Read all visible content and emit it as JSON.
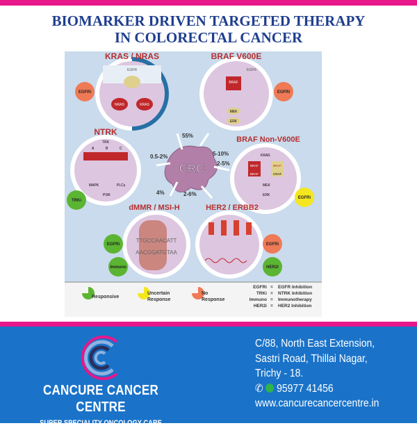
{
  "title": {
    "line1": "BIOMARKER DRIVEN TARGETED THERAPY",
    "line2": "IN COLORECTAL CANCER"
  },
  "diagram": {
    "center": "CRC",
    "panels": [
      {
        "name": "KRAS / NRAS",
        "pct": "55%",
        "labels": [
          "EGFR",
          "NRAS",
          "KRAS"
        ]
      },
      {
        "name": "BRAF V600E",
        "pct": "5-10%",
        "labels": [
          "EGFR",
          "BRAF",
          "MEK",
          "ERK"
        ]
      },
      {
        "name": "NTRK",
        "pct": "0.5-2%",
        "labels": [
          "TRK",
          "A",
          "B",
          "C",
          "MAPK",
          "PLCγ",
          "PI3K"
        ]
      },
      {
        "name": "BRAF Non-V600E",
        "pct": "2-5%",
        "labels": [
          "KRAS",
          "BRAF",
          "BRAF",
          "BRAF",
          "CRAF",
          "MEK",
          "ERK"
        ]
      },
      {
        "name": "dMMR / MSI-H",
        "pct": "4%",
        "labels": [
          "TTGCCAACATT",
          "AACGGATGTAA"
        ]
      },
      {
        "name": "HER2 / ERBB2",
        "pct": "2-6%",
        "labels": []
      }
    ],
    "badges": [
      {
        "label": "EGFRi",
        "response": "none"
      },
      {
        "label": "EGFRi",
        "response": "none"
      },
      {
        "label": "TRKi",
        "response": "responsive"
      },
      {
        "label": "EGFRi",
        "response": "uncertain"
      },
      {
        "label": "EGFRi",
        "response": "responsive"
      },
      {
        "label": "Immuno",
        "response": "responsive"
      },
      {
        "label": "EGFRi",
        "response": "none"
      },
      {
        "label": "HER2i",
        "response": "responsive"
      }
    ],
    "legend": {
      "responsive": "Responsive",
      "uncertain": [
        "Uncertain",
        "Response"
      ],
      "none": [
        "No",
        "Response"
      ],
      "abbrev": [
        {
          "k": "EGFRi",
          "eq": "=",
          "v": "EGFR Inhibition"
        },
        {
          "k": "TRKi",
          "eq": "=",
          "v": "NTRK Inhibition"
        },
        {
          "k": "Immuno",
          "eq": "=",
          "v": "Immunotherapy"
        },
        {
          "k": "HER2i",
          "eq": "=",
          "v": "HER2 Inhibition"
        }
      ]
    },
    "colors": {
      "responsive": "#5cb532",
      "uncertain": "#f5e620",
      "none": "#ef7a55",
      "bg": "#c9dbec",
      "cell": "#ddc6e0"
    }
  },
  "footer": {
    "name": "CANCURE CANCER CENTRE",
    "tagline": "SUPER SPECIALITY ONCOLOGY CARE",
    "address": [
      "C/88, North East Extension,",
      "Sastri Road, Thillai Nagar,",
      "Trichy - 18."
    ],
    "phone": "95977 41456",
    "website": "www.cancurecancercentre.in"
  }
}
